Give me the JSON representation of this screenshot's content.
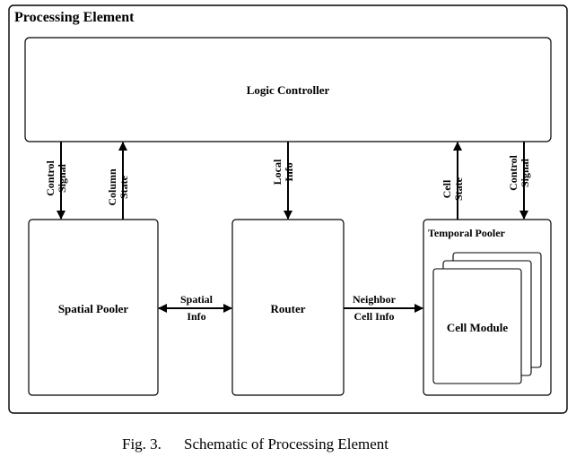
{
  "outer": {
    "title": "Processing Element"
  },
  "blocks": {
    "logic_controller": "Logic Controller",
    "spatial_pooler": "Spatial Pooler",
    "router": "Router",
    "temporal_pooler": "Temporal Pooler",
    "cell_module": "Cell Module"
  },
  "signals": {
    "control_signal_left": [
      "Control",
      "Signal"
    ],
    "column_state": [
      "Column",
      "State"
    ],
    "local_info": [
      "Local",
      "Info"
    ],
    "cell_state": [
      "Cell",
      "State"
    ],
    "control_signal_right": [
      "Control",
      "Signal"
    ],
    "spatial_info": [
      "Spatial",
      "Info"
    ],
    "neighbor_cell_info": [
      "Neighbor",
      "Cell Info"
    ]
  },
  "caption": {
    "fig": "Fig. 3.",
    "text": "Schematic of Processing Element"
  }
}
